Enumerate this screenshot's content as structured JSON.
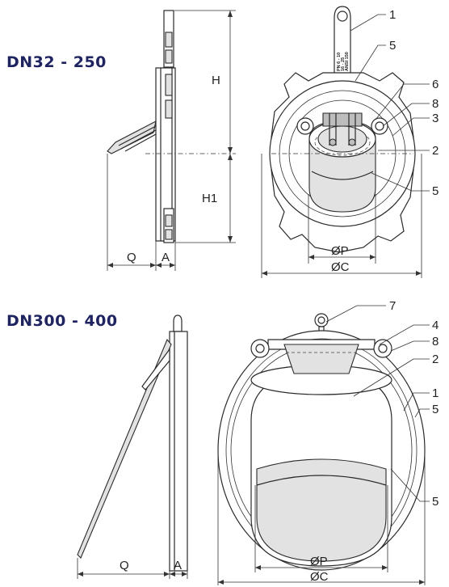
{
  "headings": {
    "top": "DN32 - 250",
    "bottom": "DN300 - 400"
  },
  "top_view": {
    "dimensions": {
      "H": "H",
      "H1": "H1",
      "Q": "Q",
      "A": "A",
      "P": "ØP",
      "C": "ØC"
    },
    "callouts": [
      "1",
      "5",
      "6",
      "8",
      "3",
      "2",
      "5"
    ],
    "lug_text": [
      "PN 6 - 10",
      "16 - 25",
      "ANSI 150"
    ]
  },
  "bottom_view": {
    "dimensions": {
      "Q": "Q",
      "A": "A",
      "P": "ØP",
      "C": "ØC"
    },
    "callouts": [
      "7",
      "4",
      "8",
      "2",
      "1",
      "5",
      "5"
    ]
  },
  "colors": {
    "heading": "#1f2460",
    "line": "#2a2a2a",
    "fill_light": "#e2e2e2",
    "fill_mid": "#bdbdbd"
  }
}
